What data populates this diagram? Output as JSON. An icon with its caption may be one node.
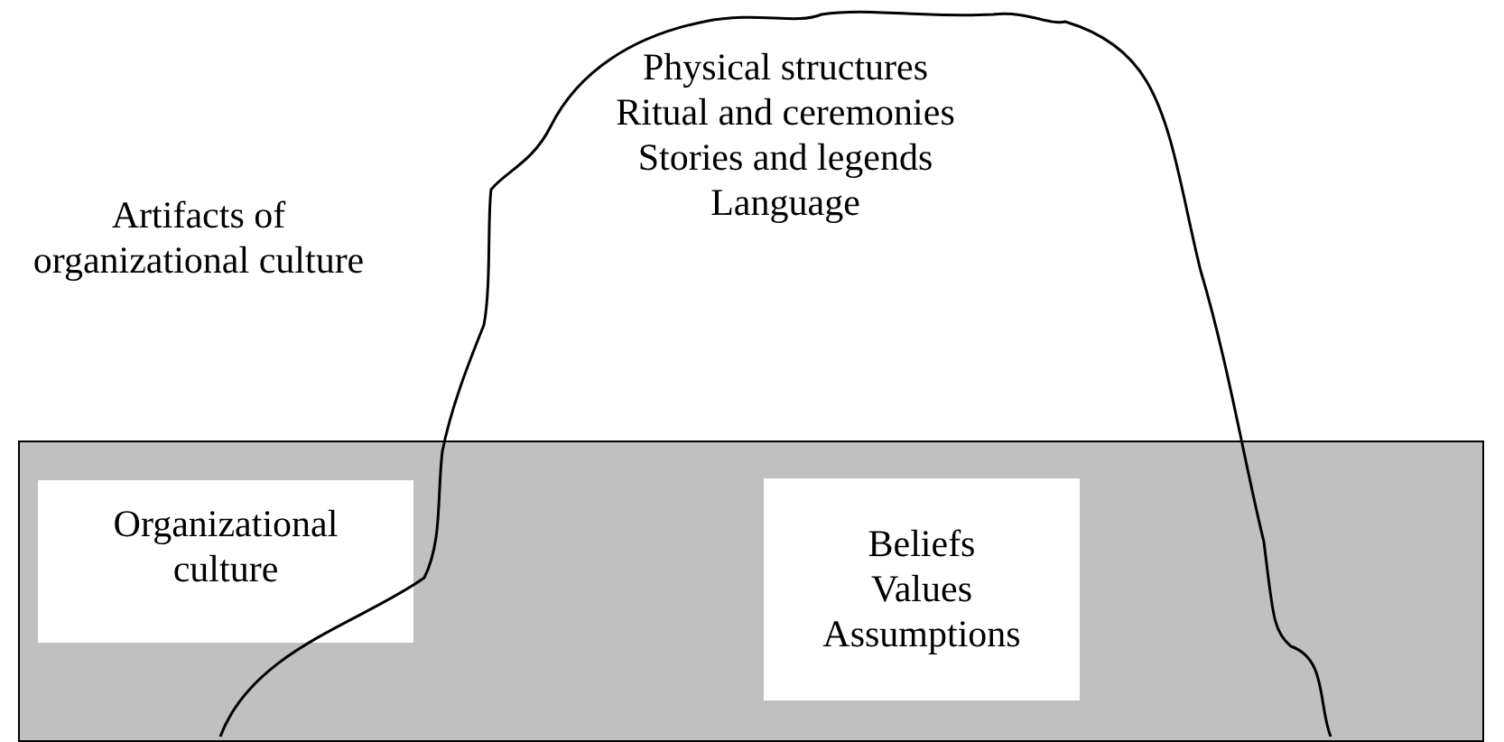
{
  "diagram": {
    "nodes": [
      {
        "text": [
          "Physical structures",
          "Ritual and ceremonies",
          "Stories and legends",
          "Language"
        ]
      },
      {
        "text": [],
        "shape": "box"
      },
      {
        "text": [
          "Organizational culture"
        ],
        "in": 1
      },
      {
        "text": [
          "Beliefs",
          "Values",
          "Assumptions"
        ]
      }
    ],
    "edges": [],
    "labels": [
      "Artifacts of organizational culture"
    ]
  }
}
